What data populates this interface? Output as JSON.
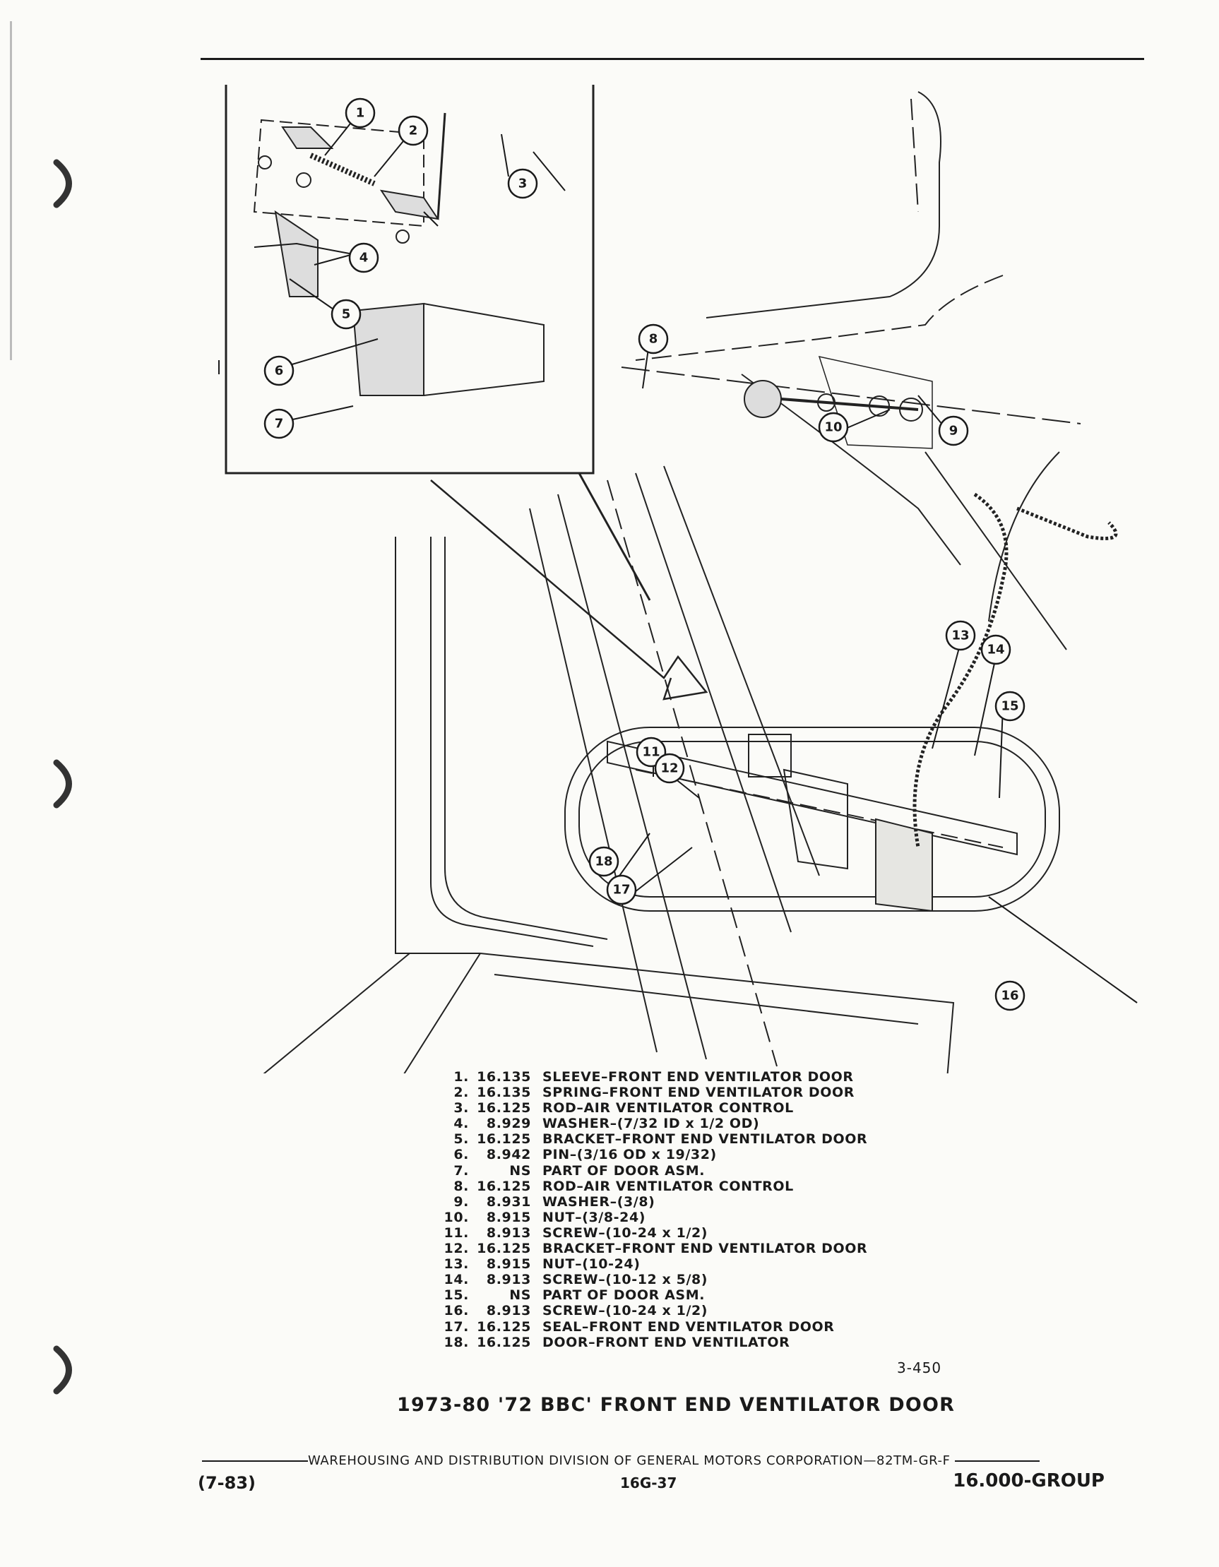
{
  "header": {},
  "figure": {
    "number": "3-450",
    "title": "1973-80 '72 BBC' FRONT END VENTILATOR DOOR",
    "callouts": [
      "1",
      "2",
      "3",
      "4",
      "5",
      "6",
      "7",
      "8",
      "9",
      "10",
      "11",
      "12",
      "13",
      "14",
      "15",
      "16",
      "17",
      "18"
    ]
  },
  "legend": [
    {
      "num": "1.",
      "code": "16.135",
      "desc": "SLEEVE–FRONT END VENTILATOR DOOR"
    },
    {
      "num": "2.",
      "code": "16.135",
      "desc": "SPRING–FRONT END VENTILATOR DOOR"
    },
    {
      "num": "3.",
      "code": "16.125",
      "desc": "ROD–AIR VENTILATOR CONTROL"
    },
    {
      "num": "4.",
      "code": "8.929",
      "desc": "WASHER–(7/32 ID x 1/2 OD)"
    },
    {
      "num": "5.",
      "code": "16.125",
      "desc": "BRACKET–FRONT END VENTILATOR DOOR"
    },
    {
      "num": "6.",
      "code": "8.942",
      "desc": "PIN–(3/16 OD x 19/32)"
    },
    {
      "num": "7.",
      "code": "NS",
      "desc": "PART OF DOOR ASM."
    },
    {
      "num": "8.",
      "code": "16.125",
      "desc": "ROD–AIR VENTILATOR CONTROL"
    },
    {
      "num": "9.",
      "code": "8.931",
      "desc": "WASHER–(3/8)"
    },
    {
      "num": "10.",
      "code": "8.915",
      "desc": "NUT–(3/8-24)"
    },
    {
      "num": "11.",
      "code": "8.913",
      "desc": "SCREW–(10-24 x 1/2)"
    },
    {
      "num": "12.",
      "code": "16.125",
      "desc": "BRACKET–FRONT END VENTILATOR DOOR"
    },
    {
      "num": "13.",
      "code": "8.915",
      "desc": "NUT–(10-24)"
    },
    {
      "num": "14.",
      "code": "8.913",
      "desc": "SCREW–(10-12 x 5/8)"
    },
    {
      "num": "15.",
      "code": "NS",
      "desc": "PART OF DOOR ASM."
    },
    {
      "num": "16.",
      "code": "8.913",
      "desc": "SCREW–(10-24 x 1/2)"
    },
    {
      "num": "17.",
      "code": "16.125",
      "desc": "SEAL–FRONT END VENTILATOR DOOR"
    },
    {
      "num": "18.",
      "code": "16.125",
      "desc": "DOOR–FRONT END VENTILATOR"
    }
  ],
  "footer": {
    "division": "WAREHOUSING AND DISTRIBUTION  DIVISION OF GENERAL MOTORS CORPORATION—82TM-GR-F",
    "date": "(7-83)",
    "page": "16G-37",
    "group": "16.000-GROUP"
  }
}
